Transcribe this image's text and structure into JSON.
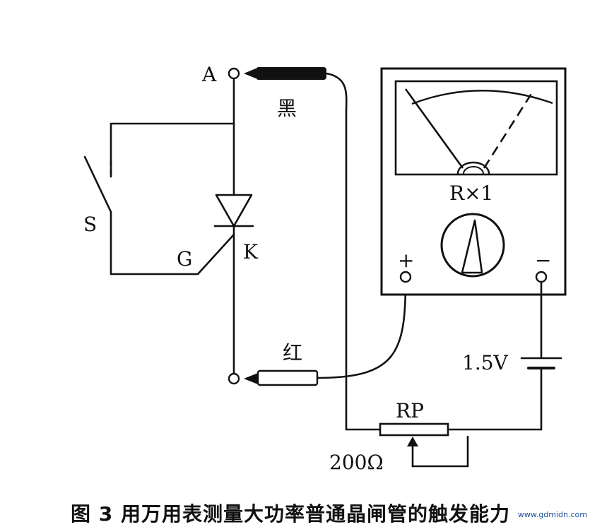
{
  "labels": {
    "A": "A",
    "black": "黑",
    "red": "红",
    "S": "S",
    "G": "G",
    "K": "K",
    "range": "R×1",
    "plus": "+",
    "minus": "−",
    "battery": "1.5V",
    "rp": "RP",
    "rp_value": "200Ω"
  },
  "caption": "图 3  用万用表测量大功率普通晶闸管的触发能力",
  "watermark": "www.gdmidn.com"
}
